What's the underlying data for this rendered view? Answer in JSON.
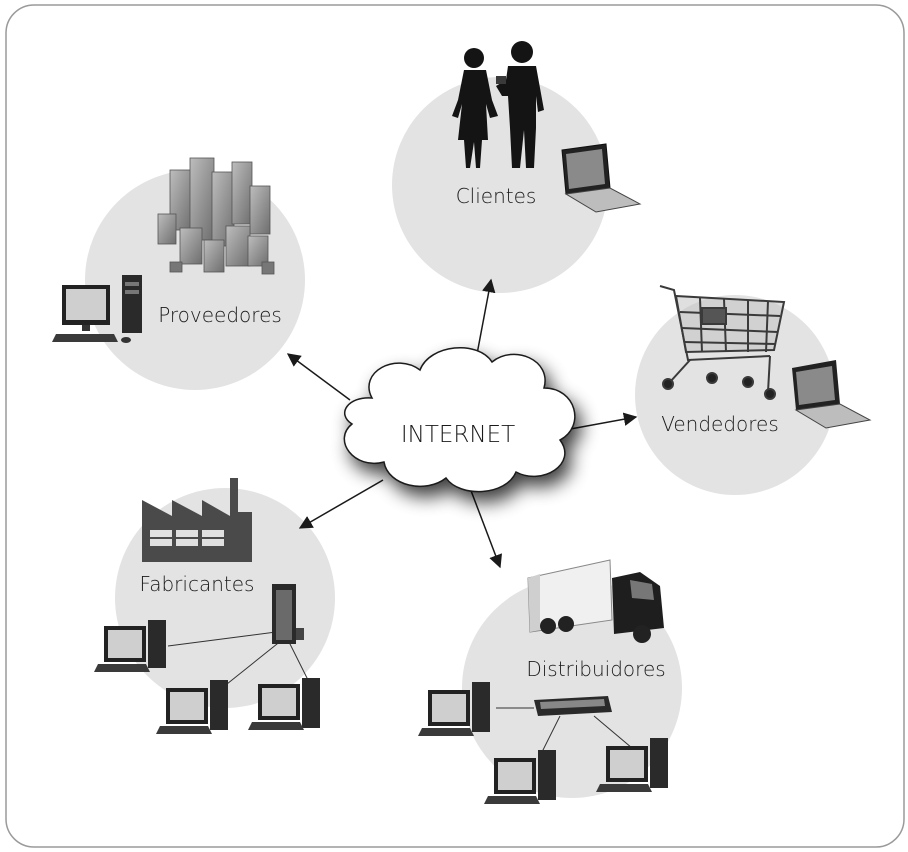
{
  "center": {
    "label": "INTERNET"
  },
  "nodes": {
    "clientes": "Clientes",
    "proveedores": "Proveedores",
    "vendedores": "Vendedores",
    "fabricantes": "Fabricantes",
    "distribuidores": "Distribuidores"
  },
  "colors": {
    "circle": "#e3e3e3",
    "dark": "#2a2a2a",
    "mid": "#6a6a6a",
    "border": "#9a9a9a"
  }
}
